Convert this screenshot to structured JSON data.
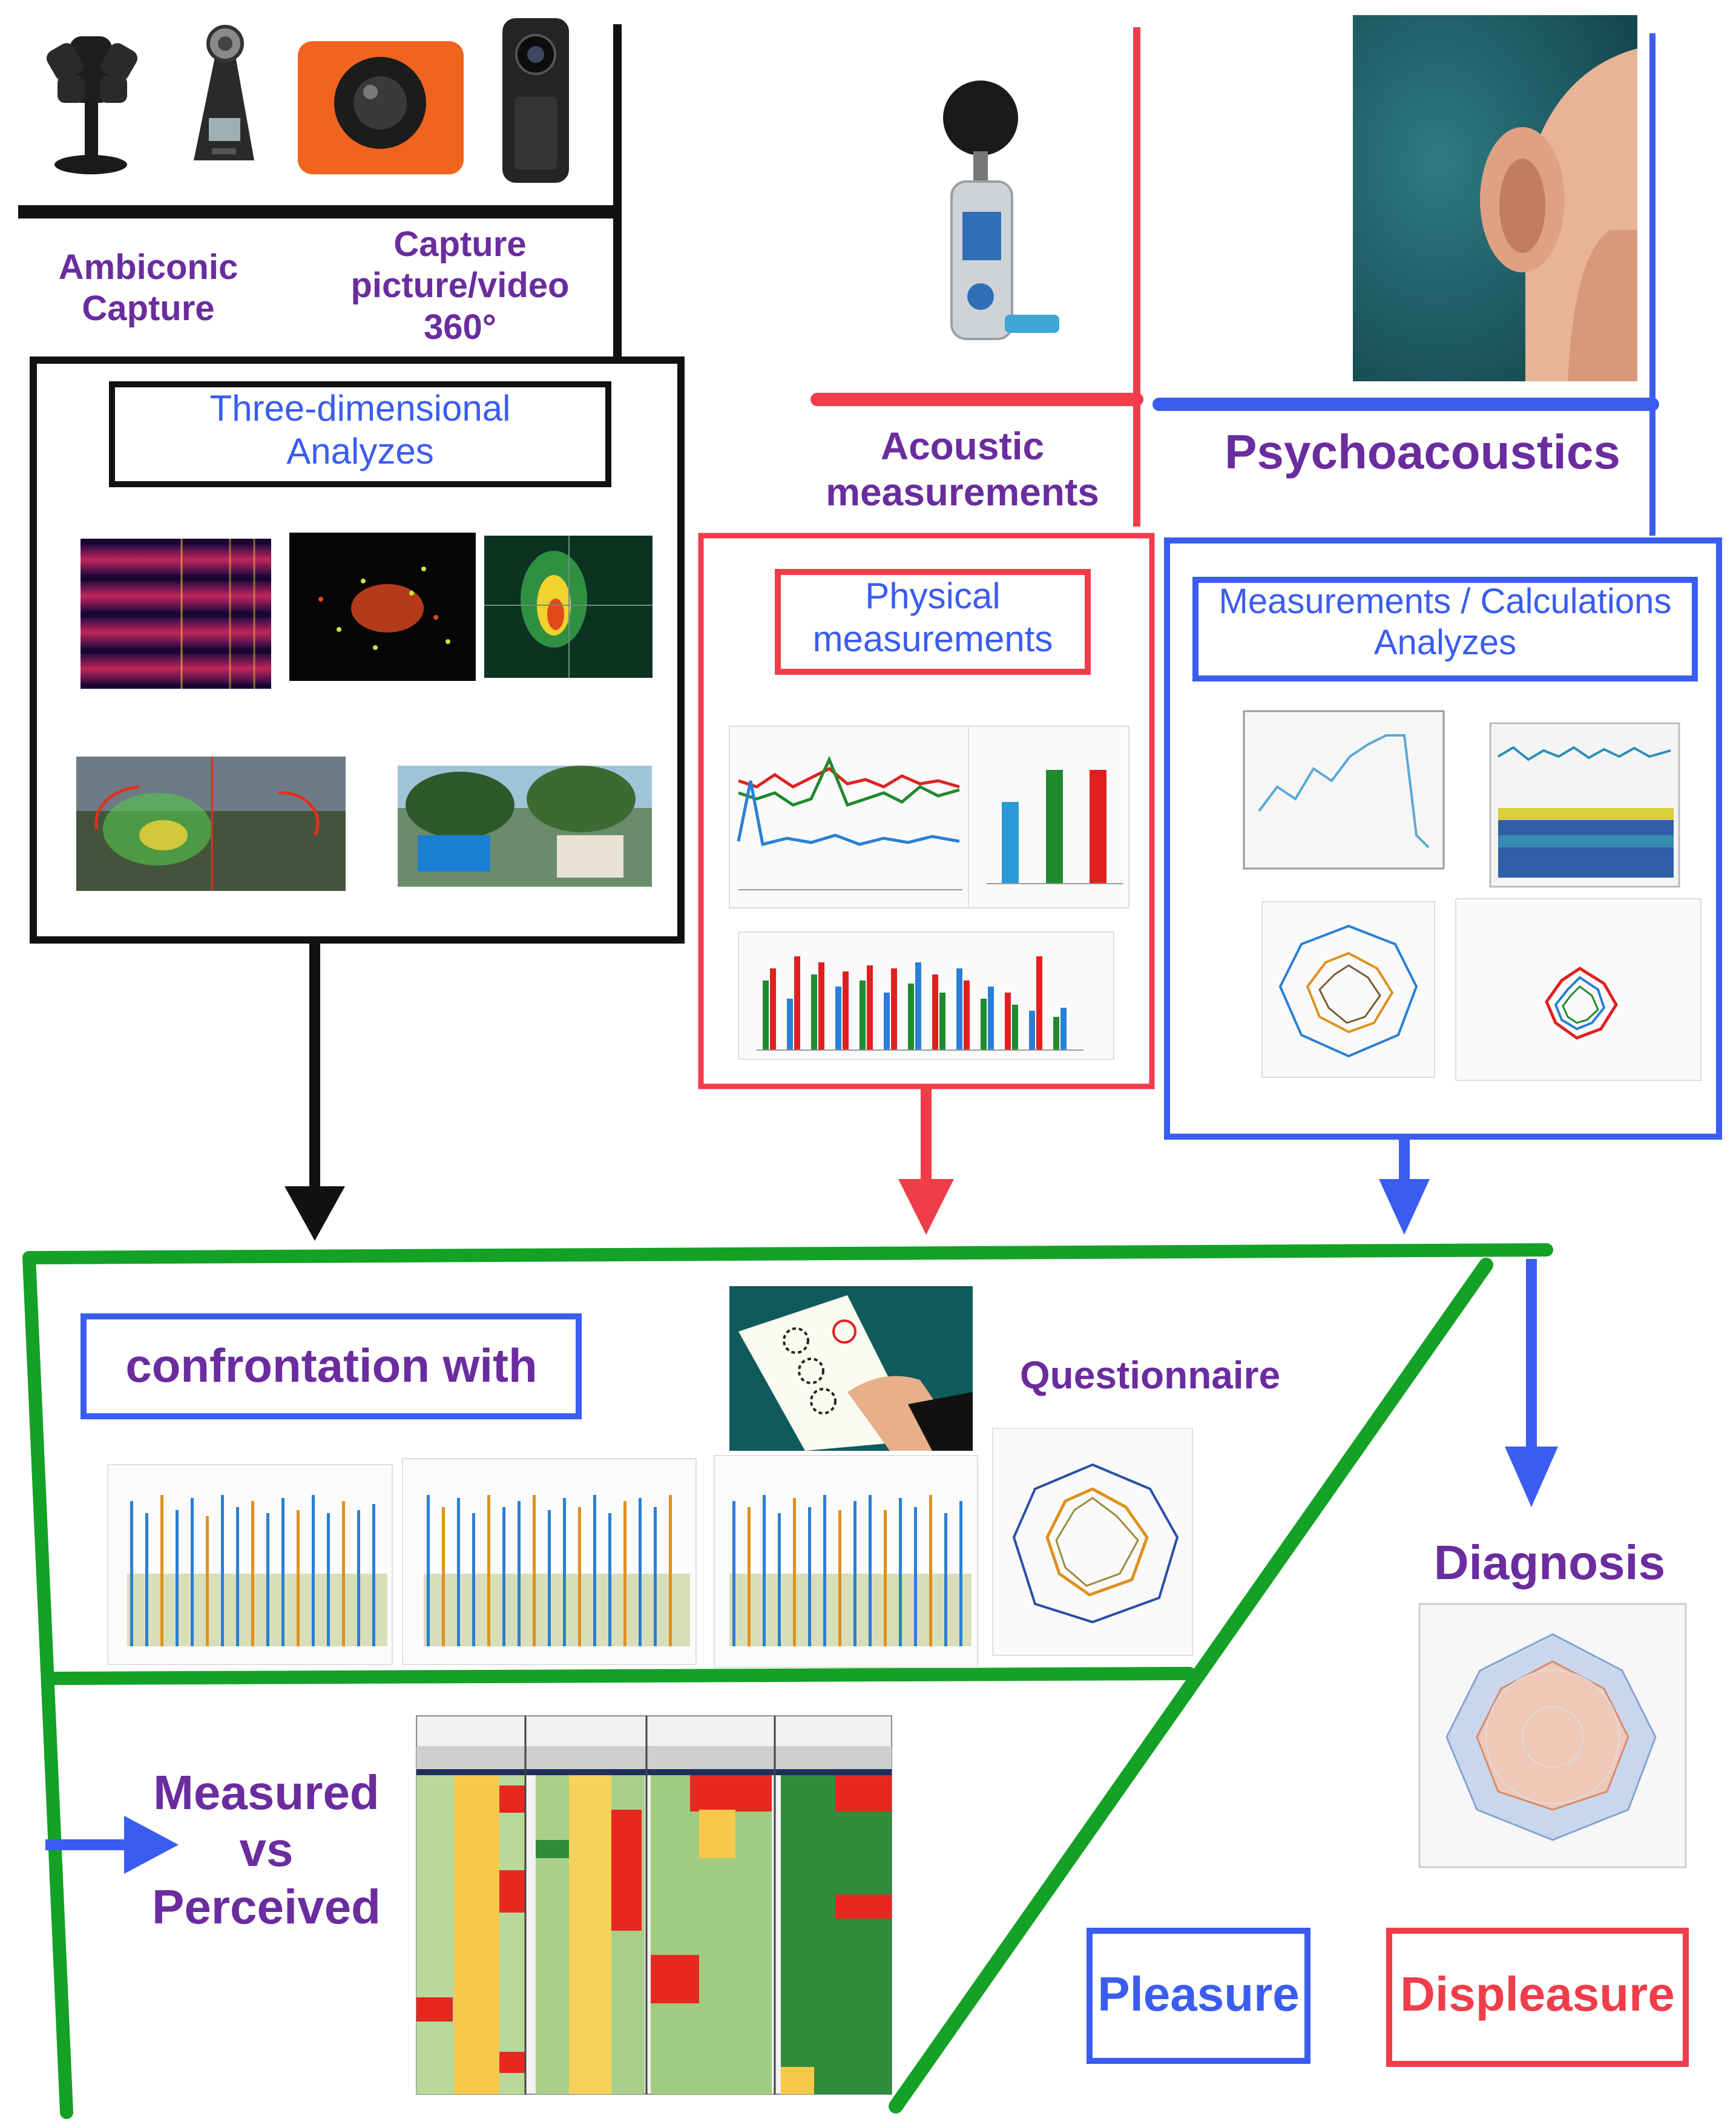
{
  "capture": {
    "ambisonic_label": "Ambiconic\nCapture",
    "video_label": "Capture\npicture/video\n360°"
  },
  "three_d": {
    "title": "Three-dimensional\nAnalyzes"
  },
  "acoustic": {
    "label": "Acoustic\nmeasurements",
    "physical_title": "Physical\nmeasurements"
  },
  "psycho": {
    "label": "Psychoacoustics",
    "calc_title": "Measurements / Calculations\nAnalyzes"
  },
  "confrontation": {
    "title": "confrontation with",
    "questionnaire": "Questionnaire"
  },
  "measured": {
    "label": "Measured\nvs\nPerceived"
  },
  "diagnosis": {
    "label": "Diagnosis",
    "pleasure": "Pleasure",
    "displeasure": "Displeasure"
  },
  "colors": {
    "black": "#111111",
    "red": "#ef3d4a",
    "blue": "#3a5cf0",
    "green": "#13a126",
    "purple": "#6a2c9e"
  },
  "icons": [
    "ambisonic-mic-icon",
    "zoom-h3-recorder-icon",
    "orange-360-camera-icon",
    "insta360-camera-icon",
    "sound-level-meter-icon",
    "ear-photo-icon",
    "questionnaire-hand-icon"
  ]
}
